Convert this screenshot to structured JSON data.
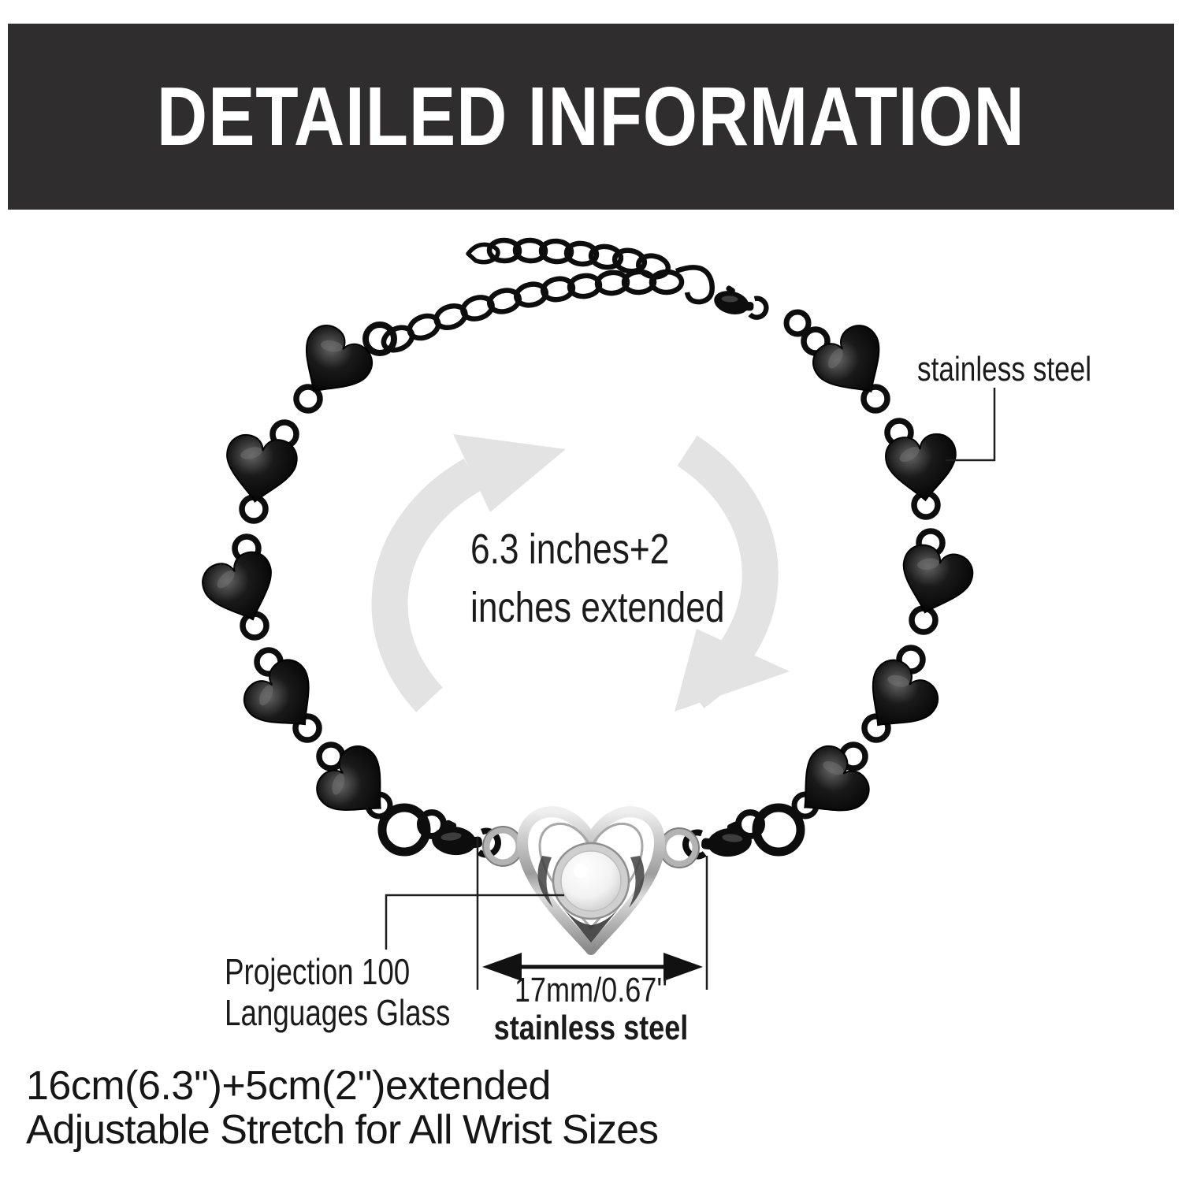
{
  "header": {
    "title": "DETAILED INFORMATION"
  },
  "annotations": {
    "material_top": "stainless steel",
    "length_note": {
      "line1": "6.3 inches+2",
      "line2": "inches extended"
    },
    "projection_label": {
      "line1": "Projection 100",
      "line2": "Languages Glass"
    },
    "pendant_width": "17mm/0.67''",
    "material_bottom": "stainless steel"
  },
  "footer": {
    "line1": "16cm(6.3'')+5cm(2'')extended",
    "line2": "Adjustable Stretch for All Wrist Sizes"
  },
  "graphics": {
    "icons": {
      "rotation_arrow_icon": "clockwise-cycle-arrows",
      "heart_link_icon": "black-puffed-heart",
      "lobster_clasp_icon": "lobster-clasp",
      "extension_chain_icon": "curb-link-extension-chain",
      "heart_pendant_icon": "silver-open-heart-pendant",
      "glass_bead_icon": "round-projection-glass",
      "measurement_arrow_icon": "double-headed-arrow"
    },
    "colors": {
      "header_bg": "#2f2d2d",
      "header_text": "#ffffff",
      "chain_black": "#0d0d0d",
      "rotation_arrow_gray": "#e3e3e3",
      "pendant_silver": "#b5b5b5",
      "glass_white": "#f4f4f4",
      "annotation_text": "#1b1b1b"
    }
  }
}
